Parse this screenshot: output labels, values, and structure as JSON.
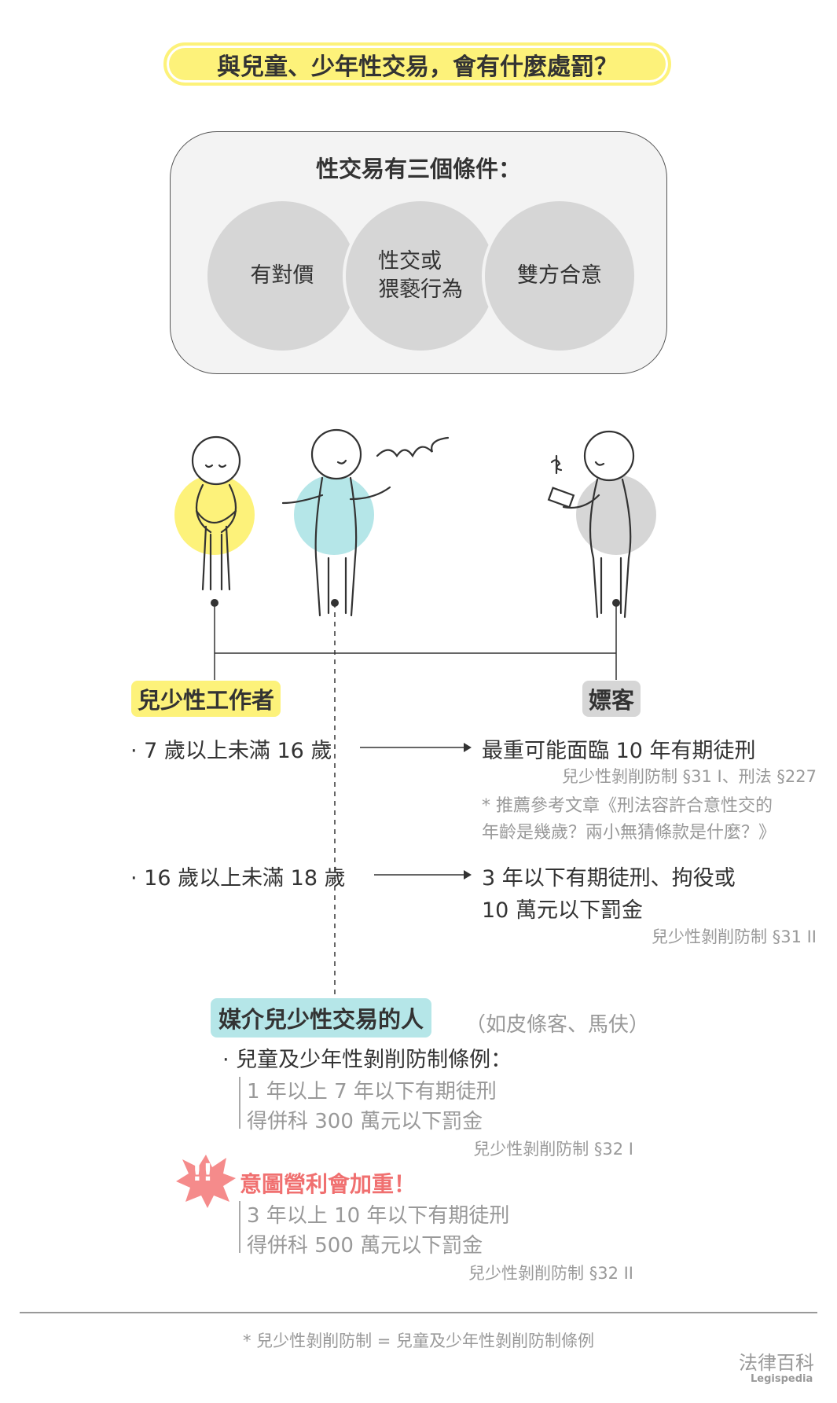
{
  "title": "與兒童、少年性交易，會有什麼處罰？",
  "conditions": {
    "heading": "性交易有三個條件：",
    "items": [
      {
        "line1": "有對價",
        "line2": ""
      },
      {
        "line1": "性交或",
        "line2": "猥褻行為"
      },
      {
        "line1": "雙方合意",
        "line2": ""
      }
    ]
  },
  "colors": {
    "yellow": "#fdf27a",
    "teal": "#b5e6e8",
    "gray": "#d6d6d6",
    "red": "#f58b8b"
  },
  "roles": {
    "worker": "兒少性工作者",
    "client": "嫖客",
    "intermediary": "媒介兒少性交易的人",
    "intermediary_note": "（如皮條客、馬伕）"
  },
  "rows": [
    {
      "age": "· 7 歲以上未滿 16 歲",
      "penalty": [
        "最重可能面臨 10 年有期徒刑"
      ],
      "ref": "兒少性剝削防制 §31 I、刑法 §227",
      "note": [
        "* 推薦參考文章《刑法容許合意性交的",
        "年齡是幾歲？兩小無猜條款是什麼？》"
      ]
    },
    {
      "age": "· 16 歲以上未滿 18 歲",
      "penalty": [
        "3 年以下有期徒刑、拘役或",
        "10 萬元以下罰金"
      ],
      "ref": "兒少性剝削防制 §31 II"
    }
  ],
  "intermediary_section": {
    "law": "· 兒童及少年性剝削防制條例：",
    "basic": [
      "1 年以上 7 年以下有期徒刑",
      "得併科 300 萬元以下罰金"
    ],
    "basic_ref": "兒少性剝削防制 §32 I",
    "burst_text": "!!",
    "profit_heading": "意圖營利會加重！",
    "profit": [
      "3 年以上 10 年以下有期徒刑",
      "得併科 500 萬元以下罰金"
    ],
    "profit_ref": "兒少性剝削防制 §32 II"
  },
  "footnote": "* 兒少性剝削防制 = 兒童及少年性剝削防制條例",
  "logo": {
    "zh": "法律百科",
    "en": "Legispedia"
  }
}
